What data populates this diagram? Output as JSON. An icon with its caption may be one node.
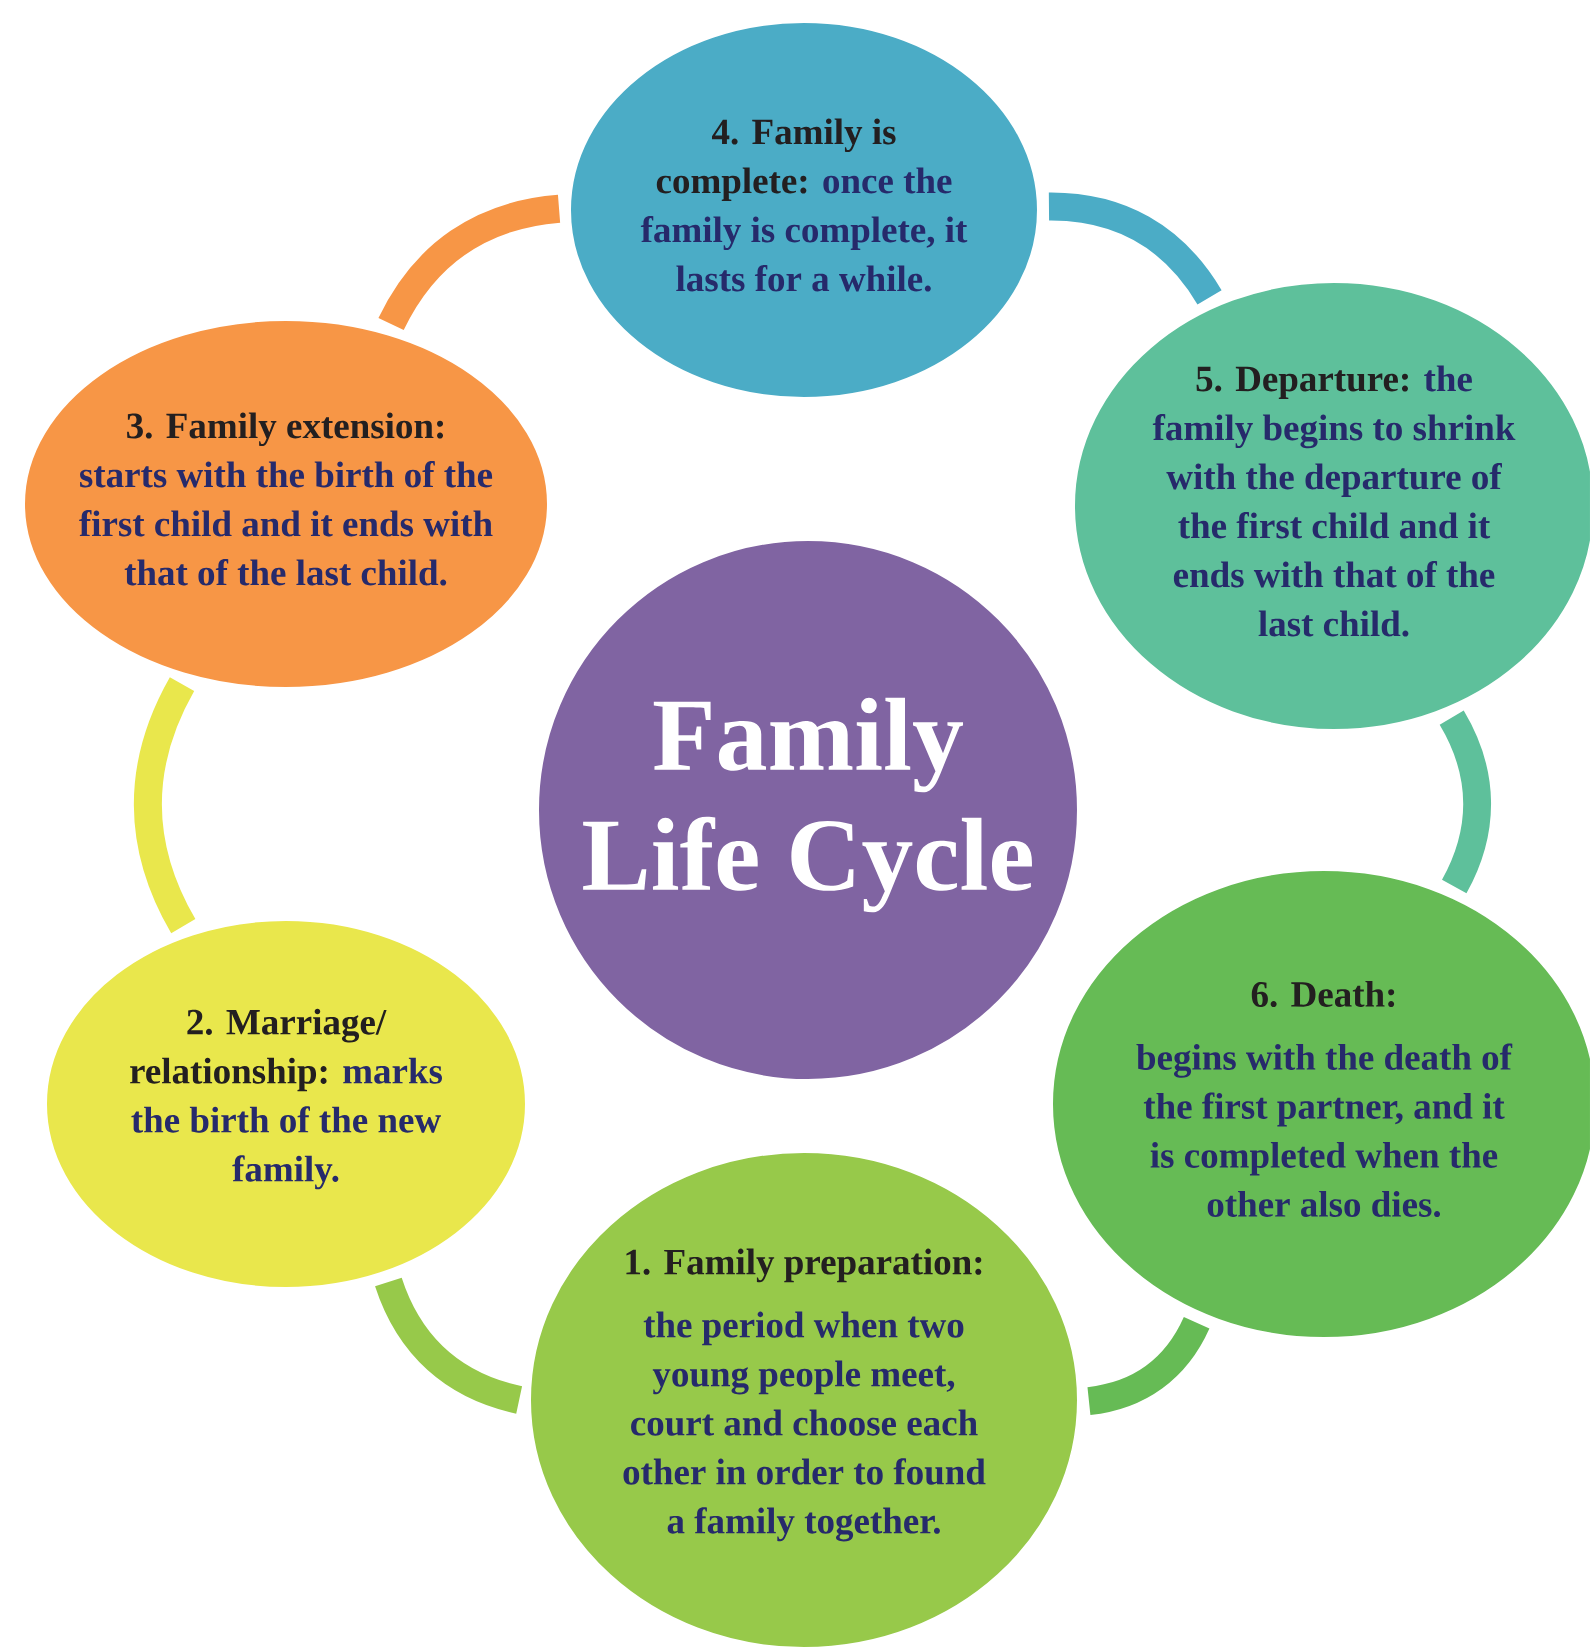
{
  "diagram": {
    "nodes": [
      {
        "text": [
          "4. Family is complete:",
          "once the family is complete, it lasts for a while."
        ]
      },
      {
        "text": [
          "3.  Family extension:",
          "starts with the birth of the first child and it ends with that of the last child."
        ]
      },
      {
        "text": [
          "5. Departure:",
          "the family begins to shrink with the departure of the first child and it ends with that of the last child."
        ]
      },
      {
        "text": [
          "Family Life Cycle"
        ]
      },
      {
        "text": [
          "6.  Death:",
          "begins with the death of the first partner, and it is completed when the other also dies."
        ]
      },
      {
        "text": [
          "2. Marriage/ relationship:",
          "marks the birth of the new family."
        ]
      },
      {
        "text": [
          "1.  Family preparation:",
          "the period when two young people meet, court and choose each other in order to found a family together."
        ]
      }
    ],
    "edges": [
      {
        "from": 6,
        "to": 5,
        "arrow": "none",
        "color": "#97c94a"
      },
      {
        "from": 5,
        "to": 1,
        "arrow": "none",
        "color": "#e9e74c"
      },
      {
        "from": 1,
        "to": 0,
        "arrow": "none",
        "color": "#f79646"
      },
      {
        "from": 0,
        "to": 2,
        "arrow": "none",
        "color": "#4bacc6"
      },
      {
        "from": 2,
        "to": 4,
        "arrow": "none",
        "color": "#5ec09b"
      },
      {
        "from": 4,
        "to": 6,
        "arrow": "none",
        "color": "#66bb55"
      }
    ]
  }
}
